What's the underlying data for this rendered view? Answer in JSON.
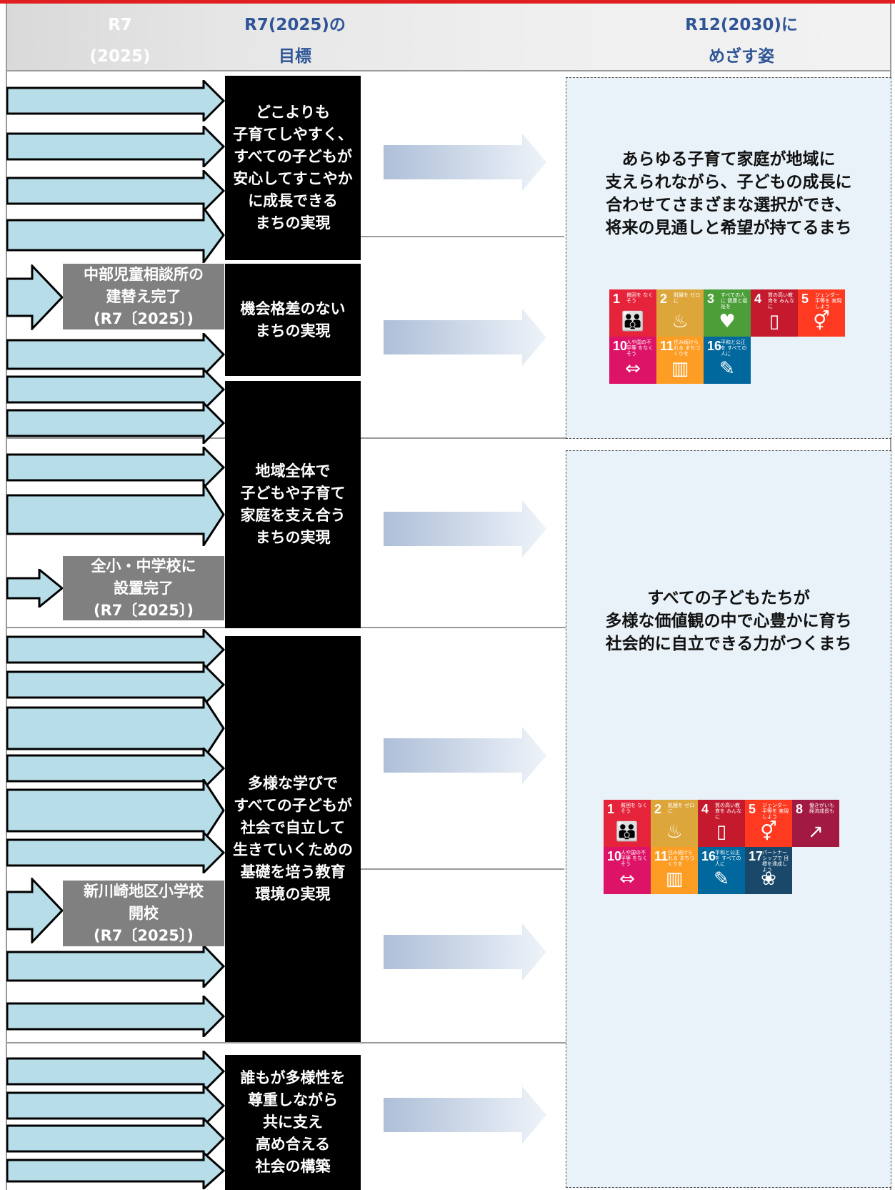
{
  "header": {
    "col1_line1": "R7",
    "col1_line2": "(2025)",
    "col2_line1": "R7(2025)の",
    "col2_line2": "目標",
    "col3_line1": "R12(2030)に",
    "col3_line2": "めざす姿"
  },
  "goals": [
    "どこよりも\n子育てしやすく、\nすべての子どもが\n安心してすこやか\nに成長できる\nまちの実現",
    "機会格差のない\nまちの実現",
    "地域全体で\n子どもや子育て\n家庭を支え合う\nまちの実現",
    "多様な学びで\nすべての子どもが\n社会で自立して\n生きていくための\n基礎を培う教育\n環境の実現",
    "誰もが多様性を\n尊重しながら\n共に支え\n高め合える\n社会の構築"
  ],
  "milestones": [
    "中部児童相談所の\n建替え完了\n(R7〔2025〕)",
    "全小・中学校に\n設置完了\n(R7〔2025〕)",
    "新川崎地区小学校\n開校\n(R7〔2025〕)"
  ],
  "visions": [
    "あらゆる子育て家庭が地域に\n支えられながら、子どもの成長に\n合わせてさまざまな選択ができ、\n将来の見通しと希望が持てるまち",
    "すべての子どもたちが\n多様な価値観の中で心豊かに育ち\n社会的に自立できる力がつくまち"
  ],
  "sdgs_groups": [
    [
      {
        "num": "1",
        "label": "貧困を\nなくそう",
        "color": "#e5243b",
        "icon": "people-icon"
      },
      {
        "num": "2",
        "label": "飢餓を\nゼロに",
        "color": "#dda63a",
        "icon": "bowl-icon"
      },
      {
        "num": "3",
        "label": "すべての人に\n健康と福祉を",
        "color": "#4c9f38",
        "icon": "heartbeat-icon"
      },
      {
        "num": "4",
        "label": "質の高い教育を\nみんなに",
        "color": "#c5192d",
        "icon": "book-icon"
      },
      {
        "num": "5",
        "label": "ジェンダー平等を\n実現しよう",
        "color": "#ff3a21",
        "icon": "gender-icon"
      },
      {
        "num": "10",
        "label": "人や国の不平等\nをなくそう",
        "color": "#dd1367",
        "icon": "equality-icon"
      },
      {
        "num": "11",
        "label": "住み続けられる\nまちづくりを",
        "color": "#fd9d24",
        "icon": "city-icon"
      },
      {
        "num": "16",
        "label": "平和と公正を\nすべての人に",
        "color": "#00689d",
        "icon": "dove-icon"
      }
    ],
    [
      {
        "num": "1",
        "label": "貧困を\nなくそう",
        "color": "#e5243b",
        "icon": "people-icon"
      },
      {
        "num": "2",
        "label": "飢餓を\nゼロに",
        "color": "#dda63a",
        "icon": "bowl-icon"
      },
      {
        "num": "4",
        "label": "質の高い教育を\nみんなに",
        "color": "#c5192d",
        "icon": "book-icon"
      },
      {
        "num": "5",
        "label": "ジェンダー平等を\n実現しよう",
        "color": "#ff3a21",
        "icon": "gender-icon"
      },
      {
        "num": "8",
        "label": "働きがいも\n経済成長も",
        "color": "#a21942",
        "icon": "growth-icon"
      },
      {
        "num": "10",
        "label": "人や国の不平等\nをなくそう",
        "color": "#dd1367",
        "icon": "equality-icon"
      },
      {
        "num": "11",
        "label": "住み続けられる\nまちづくりを",
        "color": "#fd9d24",
        "icon": "city-icon"
      },
      {
        "num": "16",
        "label": "平和と公正を\nすべての人に",
        "color": "#00689d",
        "icon": "dove-icon"
      },
      {
        "num": "17",
        "label": "パートナーシップで\n目標を達成しよう",
        "color": "#19486a",
        "icon": "flower-icon"
      }
    ]
  ],
  "colors": {
    "border_top": "#e02020",
    "header_text": "#2f5597",
    "arrow_fill": "#b7dde8",
    "goal_box": "#000000",
    "milestone_box": "#808080",
    "vision_bg": "#e9f2f8"
  }
}
